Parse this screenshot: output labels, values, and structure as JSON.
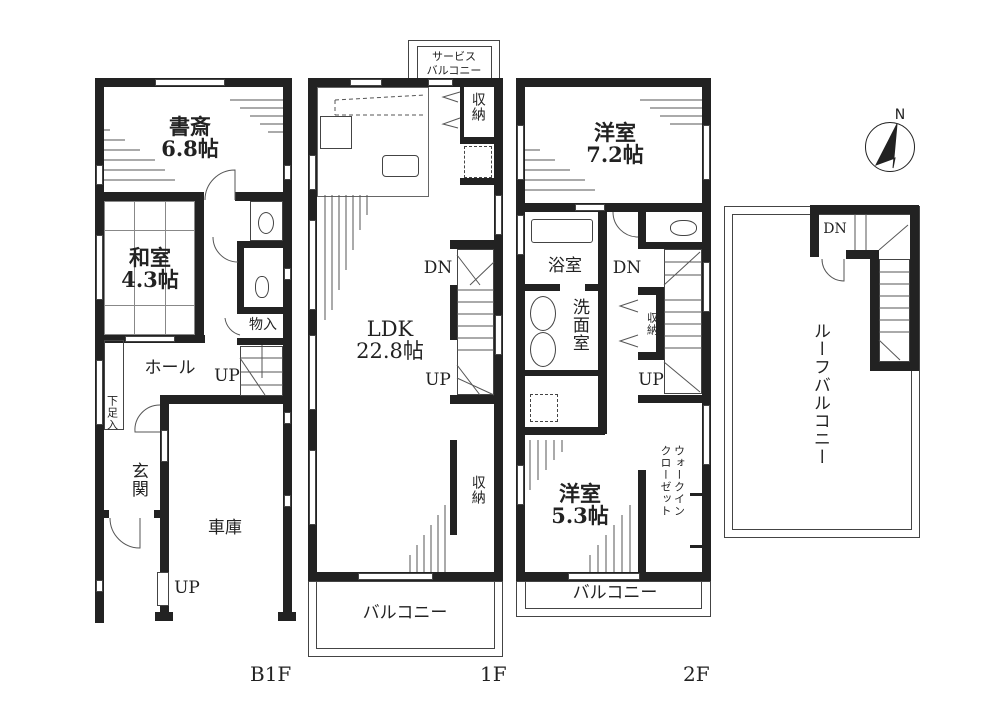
{
  "compass": {
    "label": "N"
  },
  "floors": {
    "b1f": {
      "label": "B1F",
      "rooms": {
        "study": {
          "name": "書斎",
          "size": "6.8帖"
        },
        "washitsu": {
          "name": "和室",
          "size": "4.3帖"
        },
        "storage": {
          "name": "物入"
        },
        "hall": {
          "name": "ホール"
        },
        "shoe_closet": {
          "name": "下足入"
        },
        "entrance": {
          "name": "玄関"
        },
        "garage": {
          "name": "車庫"
        }
      },
      "stairs_up": "UP",
      "garage_up": "UP"
    },
    "f1": {
      "label": "1F",
      "rooms": {
        "service_balcony": {
          "line1": "サービス",
          "line2": "バルコニー"
        },
        "storage_top": {
          "name": "収納"
        },
        "ldk": {
          "name": "LDK",
          "size": "22.8帖"
        },
        "storage_side": {
          "name": "収納"
        },
        "balcony": {
          "name": "バルコニー"
        }
      },
      "stairs_dn": "DN",
      "stairs_up": "UP"
    },
    "f2": {
      "label": "2F",
      "rooms": {
        "western1": {
          "name": "洋室",
          "size": "7.2帖"
        },
        "bath": {
          "name": "浴室"
        },
        "washroom": {
          "name": "洗面室"
        },
        "storage": {
          "name": "収納"
        },
        "western2": {
          "name": "洋室",
          "size": "5.3帖"
        },
        "wic": {
          "line1": "ウォークイン",
          "line2": "クローゼット"
        },
        "balcony": {
          "name": "バルコニー"
        }
      },
      "stairs_dn": "DN",
      "stairs_up": "UP"
    },
    "roof": {
      "rooms": {
        "roof_balcony": {
          "name": "ルーフバルコニー"
        }
      },
      "stairs_dn": "DN"
    }
  }
}
